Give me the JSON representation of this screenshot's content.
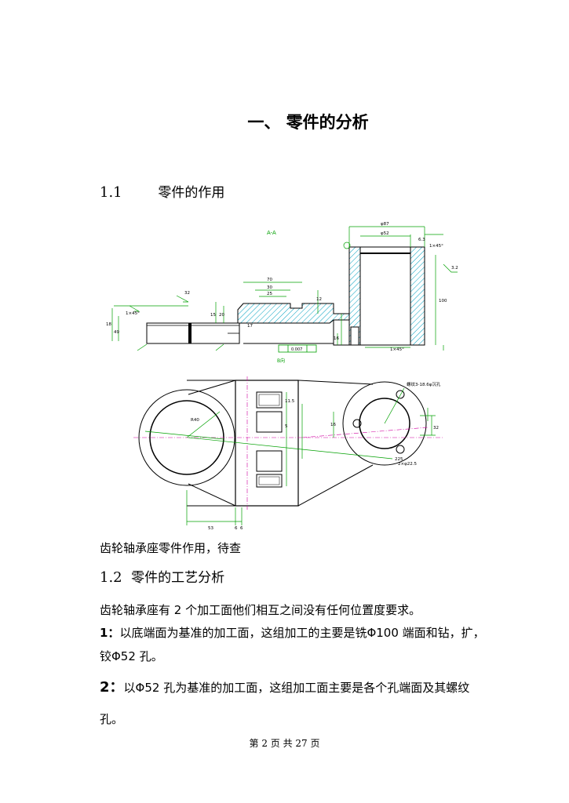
{
  "chapter_title": "一、 零件的分析",
  "section_1": {
    "number": "1.1",
    "title": "零件的作用"
  },
  "drawing": {
    "section_label": "A-A",
    "view_label": "B向",
    "dims": {
      "d87": "φ87",
      "d52": "φ52",
      "d63": "6.3",
      "chamfer_top": "1×45°",
      "r32": "3.2",
      "d70": "70",
      "d30": "30",
      "d25": "25",
      "d12": "12",
      "d100": "100",
      "d15": "15",
      "d20": "20",
      "d17": "17",
      "d16": "16",
      "d18": "18",
      "d32": "32",
      "d49": "49",
      "chamfer_left": "1×45°",
      "chamfer_bottom": "1×45°",
      "tol": "0.007",
      "r40": "R40",
      "d53": "53",
      "d6a": "6",
      "d6b": "6",
      "d225": "225",
      "hole_note": "2×φ22.5",
      "thread_note": "螺纹3-18.6φ沉孔",
      "d115": "11.5",
      "d5": "5",
      "d16v": "16"
    }
  },
  "caption": "齿轮轴承座零件作用，待查",
  "section_2": {
    "number": "1.2",
    "title": "零件的工艺分析"
  },
  "paragraphs": {
    "p1": "齿轮轴承座有 2 个加工面他们相互之间没有任何位置度要求。",
    "p2_num": "1：",
    "p2_text": "以底端面为基准的加工面，这组加工的主要是铣Φ100 端面和钻，扩，铰Φ52 孔。",
    "p3_num": "2：",
    "p3_text": "以Φ52 孔为基准的加工面，这组加工面主要是各个孔端面及其螺纹孔。"
  },
  "footer": "第 2 页 共 27 页",
  "colors": {
    "outline": "#000000",
    "dimension": "#00a000",
    "hatch": "#00a0c0",
    "centerline": "#d000a0",
    "leader": "#0000c0"
  }
}
